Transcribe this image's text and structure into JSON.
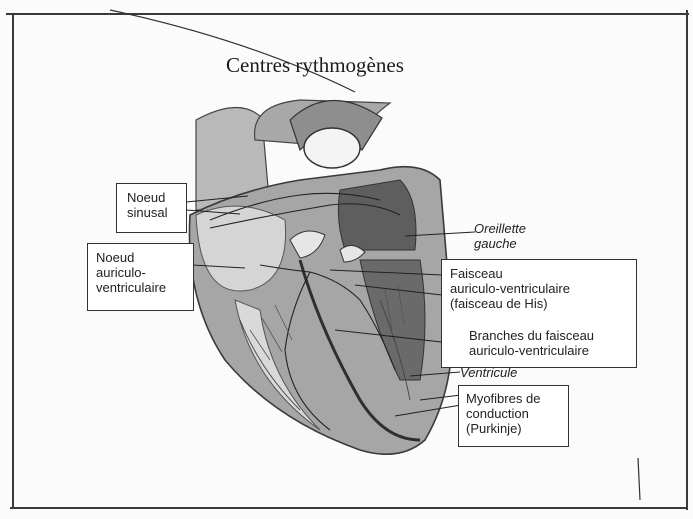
{
  "title": "Centres rythmogènes",
  "labels": {
    "noeud_sinusal": [
      "Noeud",
      "sinusal"
    ],
    "noeud_av": [
      "Noeud",
      "auriculo-",
      "ventriculaire"
    ],
    "oreillette_gauche": [
      "Oreillette",
      "gauche"
    ],
    "faisceau_his": [
      "Faisceau",
      "auriculo-ventriculaire",
      "(faisceau de His)"
    ],
    "branches": [
      "Branches du faisceau",
      "auriculo-ventriculaire"
    ],
    "ventricule": "Ventricule",
    "purkinje": [
      "Myofibres de",
      "conduction",
      "(Purkinje)"
    ]
  },
  "colors": {
    "ink": "#222222",
    "heart_shade": "#9a9a9a",
    "heart_dark": "#4a4a4a"
  }
}
